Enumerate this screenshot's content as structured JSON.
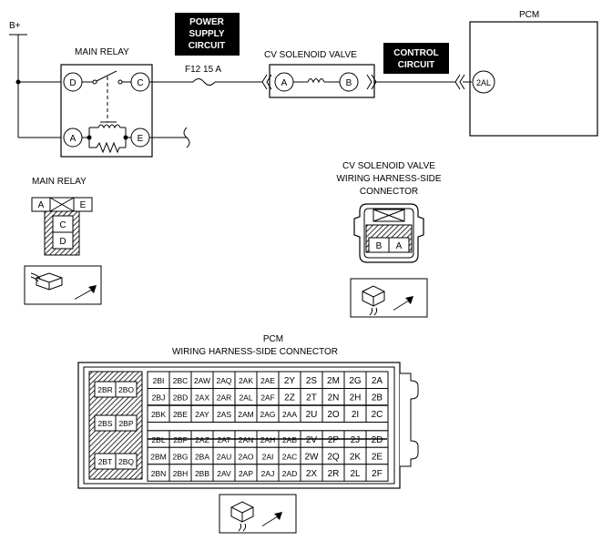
{
  "circuit": {
    "battery_label": "B+",
    "main_relay_title": "MAIN RELAY",
    "relay_terminals": {
      "d": "D",
      "c": "C",
      "a": "A",
      "e": "E"
    },
    "power_supply_box": [
      "POWER",
      "SUPPLY",
      "CIRCUIT"
    ],
    "fuse_label": "F12 15 A",
    "cv_valve_title": "CV SOLENOID VALVE",
    "valve_terminals": {
      "a": "A",
      "b": "B"
    },
    "control_box": [
      "CONTROL",
      "CIRCUIT"
    ],
    "pcm_title": "PCM",
    "pcm_terminal": "2AL"
  },
  "relay_connector": {
    "title": "MAIN RELAY",
    "top_left": "A",
    "top_right": "E",
    "mid": "C",
    "bottom": "D"
  },
  "cv_connector": {
    "title_lines": [
      "CV SOLENOID VALVE",
      "WIRING HARNESS-SIDE",
      "CONNECTOR"
    ],
    "left_pin": "B",
    "right_pin": "A"
  },
  "pcm_connector": {
    "title_lines": [
      "PCM",
      "WIRING HARNESS-SIDE CONNECTOR"
    ],
    "left_pins": [
      "2BR",
      "2BO",
      "2BS",
      "2BP",
      "2BT",
      "2BQ"
    ],
    "rows": [
      [
        "2BI",
        "2BC",
        "2AW",
        "2AQ",
        "2AK",
        "2AE",
        "2Y",
        "2S",
        "2M",
        "2G",
        "2A"
      ],
      [
        "2BJ",
        "2BD",
        "2AX",
        "2AR",
        "2AL",
        "2AF",
        "2Z",
        "2T",
        "2N",
        "2H",
        "2B"
      ],
      [
        "2BK",
        "2BE",
        "2AY",
        "2AS",
        "2AM",
        "2AG",
        "2AA",
        "2U",
        "2O",
        "2I",
        "2C"
      ],
      [
        "2BL",
        "2BF",
        "2AZ",
        "2AT",
        "2AN",
        "2AH",
        "2AB",
        "2V",
        "2P",
        "2J",
        "2D"
      ],
      [
        "2BM",
        "2BG",
        "2BA",
        "2AU",
        "2AO",
        "2AI",
        "2AC",
        "2W",
        "2Q",
        "2K",
        "2E"
      ],
      [
        "2BN",
        "2BH",
        "2BB",
        "2AV",
        "2AP",
        "2AJ",
        "2AD",
        "2X",
        "2R",
        "2L",
        "2F"
      ]
    ]
  }
}
